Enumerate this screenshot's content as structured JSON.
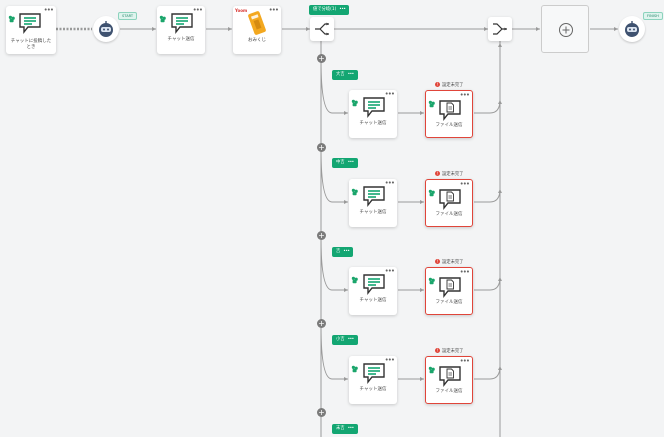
{
  "colors": {
    "green": "#13a672",
    "error": "#e0453a",
    "line": "#9a9a9a"
  },
  "menu_dots": "•••",
  "trigger": {
    "label": "チャットに投稿したとき",
    "icon": "chat-bubble-icon"
  },
  "start_avatar": {
    "badge": "START",
    "icon": "robot-icon"
  },
  "end_avatar": {
    "badge": "FINISH",
    "icon": "robot-icon"
  },
  "chat_post_label": "チャット送信",
  "omikuji": {
    "label": "おみくじ",
    "brand": "Yoom",
    "icon": "fortune-ticket-icon"
  },
  "branch": {
    "label": "値で分岐(1)"
  },
  "add_node_icon": "plus-circle-icon",
  "rows": [
    {
      "tag": "大吉",
      "chat_label": "チャット送信",
      "file_label": "ファイル送信",
      "warning": "設定未完了"
    },
    {
      "tag": "中吉",
      "chat_label": "チャット送信",
      "file_label": "ファイル送信",
      "warning": "設定未完了"
    },
    {
      "tag": "吉",
      "chat_label": "チャット送信",
      "file_label": "ファイル送信",
      "warning": "設定未完了"
    },
    {
      "tag": "小吉",
      "chat_label": "チャット送信",
      "file_label": "ファイル送信",
      "warning": "設定未完了"
    },
    {
      "tag": "末吉"
    }
  ],
  "plus_symbol": "+",
  "warning_symbol": "!"
}
